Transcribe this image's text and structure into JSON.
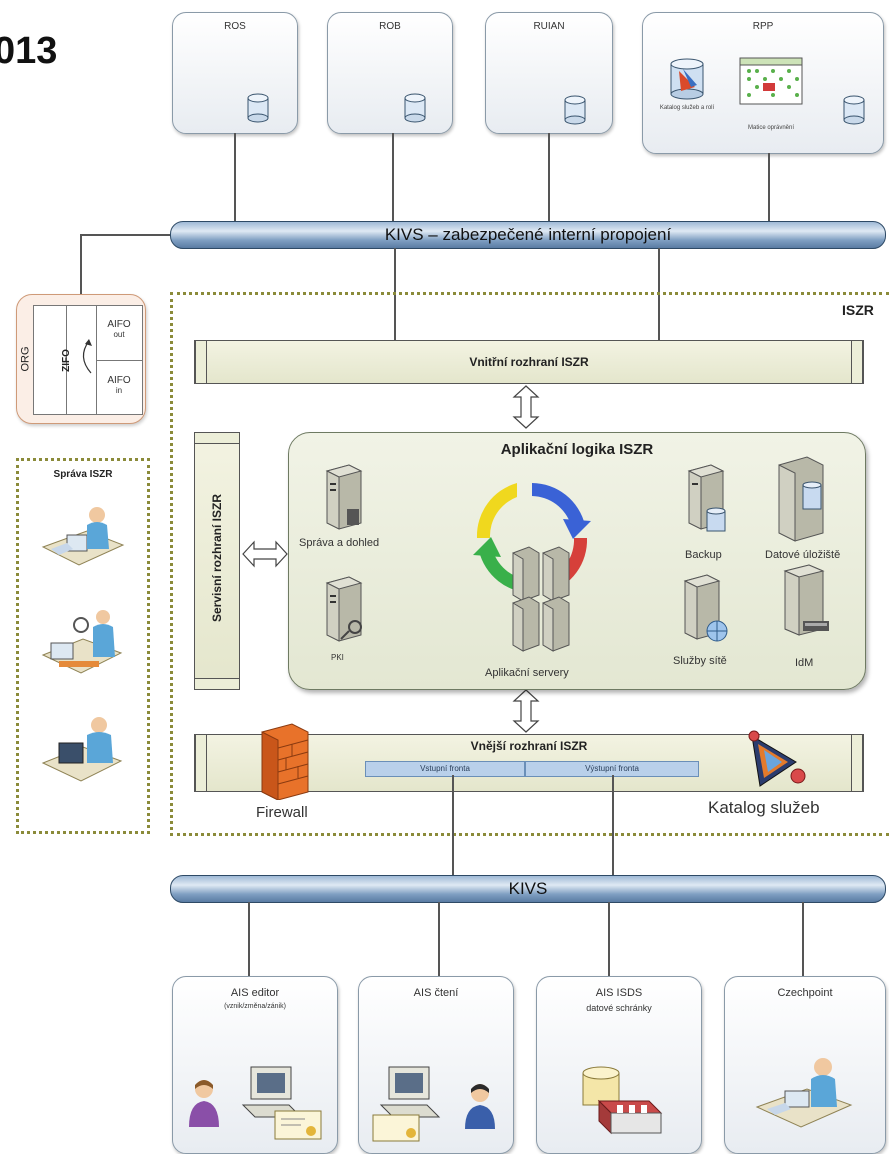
{
  "corner_text": "013",
  "registries": [
    {
      "label": "ROS"
    },
    {
      "label": "ROB"
    },
    {
      "label": "RUIAN"
    },
    {
      "label": "RPP",
      "sub_labels": [
        "Katalog služeb a rolí",
        "Matice oprávnění"
      ]
    }
  ],
  "bus_top": "KIVS – zabezpečené interní propojení",
  "iszr_label": "ISZR",
  "org": {
    "label": "ORG",
    "zifo": "ZIFO",
    "aifo_out": [
      "AIFO",
      "out"
    ],
    "aifo_in": [
      "AIFO",
      "in"
    ]
  },
  "sprava": {
    "title": "Správa ISZR"
  },
  "vnitrni": "Vnitřní rozhraní ISZR",
  "servisni": "Servisní rozhraní ISZR",
  "app_logic": {
    "title": "Aplikační logika ISZR",
    "servers": [
      {
        "label": "Správa a dohled"
      },
      {
        "label": "PKI"
      },
      {
        "label": "Aplikační servery"
      },
      {
        "label": "Backup"
      },
      {
        "label": "Datové úložiště"
      },
      {
        "label": "Služby sítě"
      },
      {
        "label": "IdM"
      }
    ]
  },
  "vnejsi": {
    "title": "Vnější rozhraní ISZR",
    "queue_in": "Vstupní fronta",
    "queue_out": "Výstupní fronta"
  },
  "firewall": "Firewall",
  "katalog": "Katalog služeb",
  "bus_bottom": "KIVS",
  "clients": [
    {
      "label": "AIS editor",
      "sub": "(vznik/změna/zánik)"
    },
    {
      "label": "AIS čtení",
      "sub": ""
    },
    {
      "label": "AIS ISDS",
      "sub": "datové schránky"
    },
    {
      "label": "Czechpoint",
      "sub": ""
    }
  ]
}
